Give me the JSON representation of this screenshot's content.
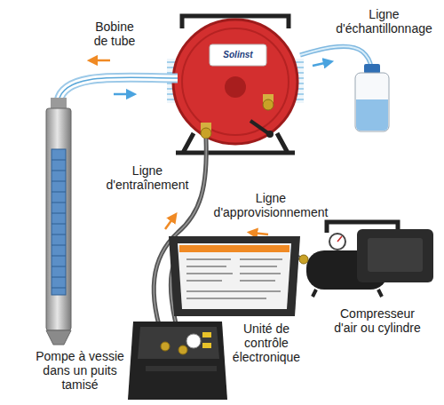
{
  "diagram": {
    "labels": [
      "Bobine de tube",
      "Ligne d'échantillonnage",
      "Solinst",
      "Ligne d'entraînement",
      "Ligne d'approvisionnement",
      "Compresseur d'air ou cylindre",
      "Unité de contrôle électronique",
      "Pompe à vessie dans un puits tamisé"
    ]
  }
}
